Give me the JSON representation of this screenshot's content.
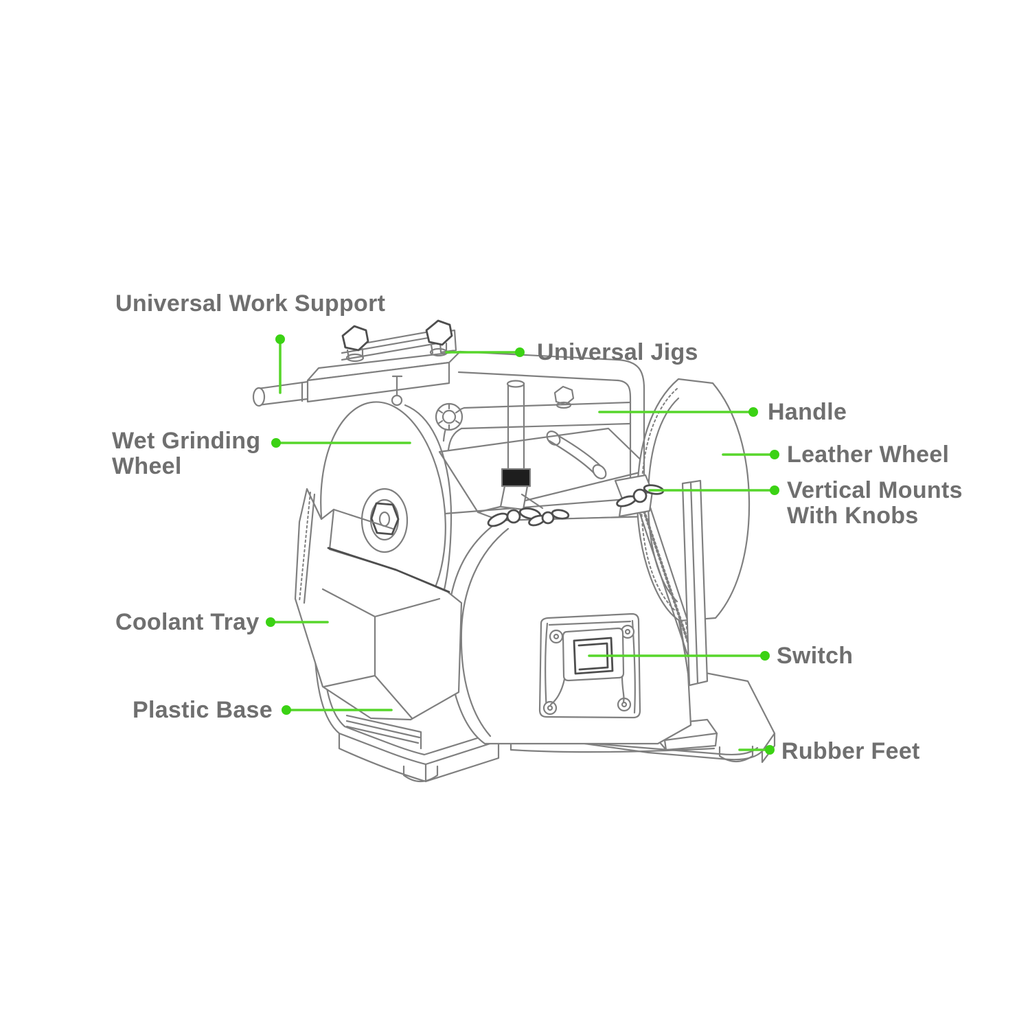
{
  "figure": {
    "type": "labeled-diagram",
    "subject": "wet-grinder-sharpening-machine",
    "colors": {
      "background": "#ffffff",
      "label_text": "#6f6f6f",
      "leader_line": "#57d62b",
      "leader_dot": "#3bd214",
      "line_art": "#7f7f7f",
      "line_art_dark": "#4e4e4e",
      "ink_black": "#1e1e1e"
    },
    "labels": {
      "universal_work_support": "Universal Work Support",
      "universal_jigs": "Universal Jigs",
      "handle": "Handle",
      "leather_wheel": "Leather Wheel",
      "vertical_mounts": "Vertical Mounts\nWith Knobs",
      "wet_grinding_wheel": "Wet Grinding\nWheel",
      "coolant_tray": "Coolant Tray",
      "plastic_base": "Plastic Base",
      "switch": "Switch",
      "rubber_feet": "Rubber Feet"
    }
  }
}
